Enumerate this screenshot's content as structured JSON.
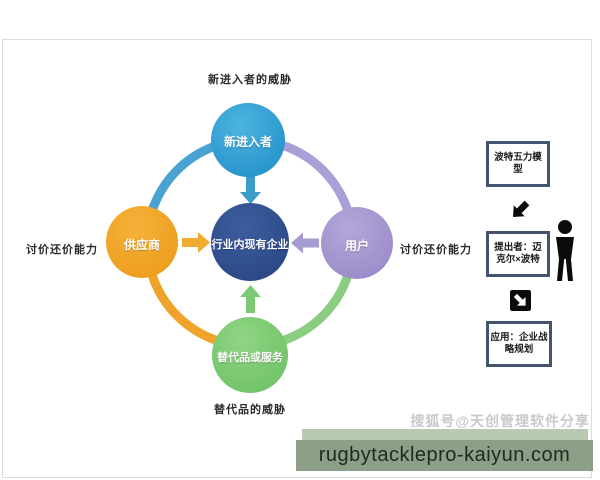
{
  "diagram": {
    "top_threat_label": "新进入者的威胁",
    "bottom_threat_label": "替代品的威胁",
    "left_power_label": "讨价还价能力",
    "right_power_label": "讨价还价能力",
    "nodes": {
      "top": {
        "label": "新进入者",
        "color": "#2f9ed2"
      },
      "left": {
        "label": "供应商",
        "color": "#f0a125"
      },
      "right": {
        "label": "用户",
        "color": "#a495ce"
      },
      "bottom": {
        "label": "替代品或服务",
        "color": "#7bc873"
      },
      "center": {
        "label": "行业内现有企业",
        "color": "#2f4e8e"
      }
    },
    "arc_colors": {
      "upper_left": "#4aa2d2",
      "upper_right": "#ab9fd8",
      "lower_right": "#8ccc82",
      "lower_left": "#f0a32a"
    }
  },
  "side_panel": {
    "model_box": "波特五力模型",
    "author_box": "提出者：迈克尔×波特",
    "application_box": "应用：企业战略规划",
    "border_color": "#44536e",
    "icons": [
      "down-left-arrow",
      "person",
      "down-right-arrow"
    ]
  },
  "footer": {
    "watermark": "搜狐号@天创管理软件分享",
    "banner_domain": "rugbytacklepro-kaiyun.com",
    "banner_color": "#8ba087",
    "strip_color": "#b9cab3"
  }
}
